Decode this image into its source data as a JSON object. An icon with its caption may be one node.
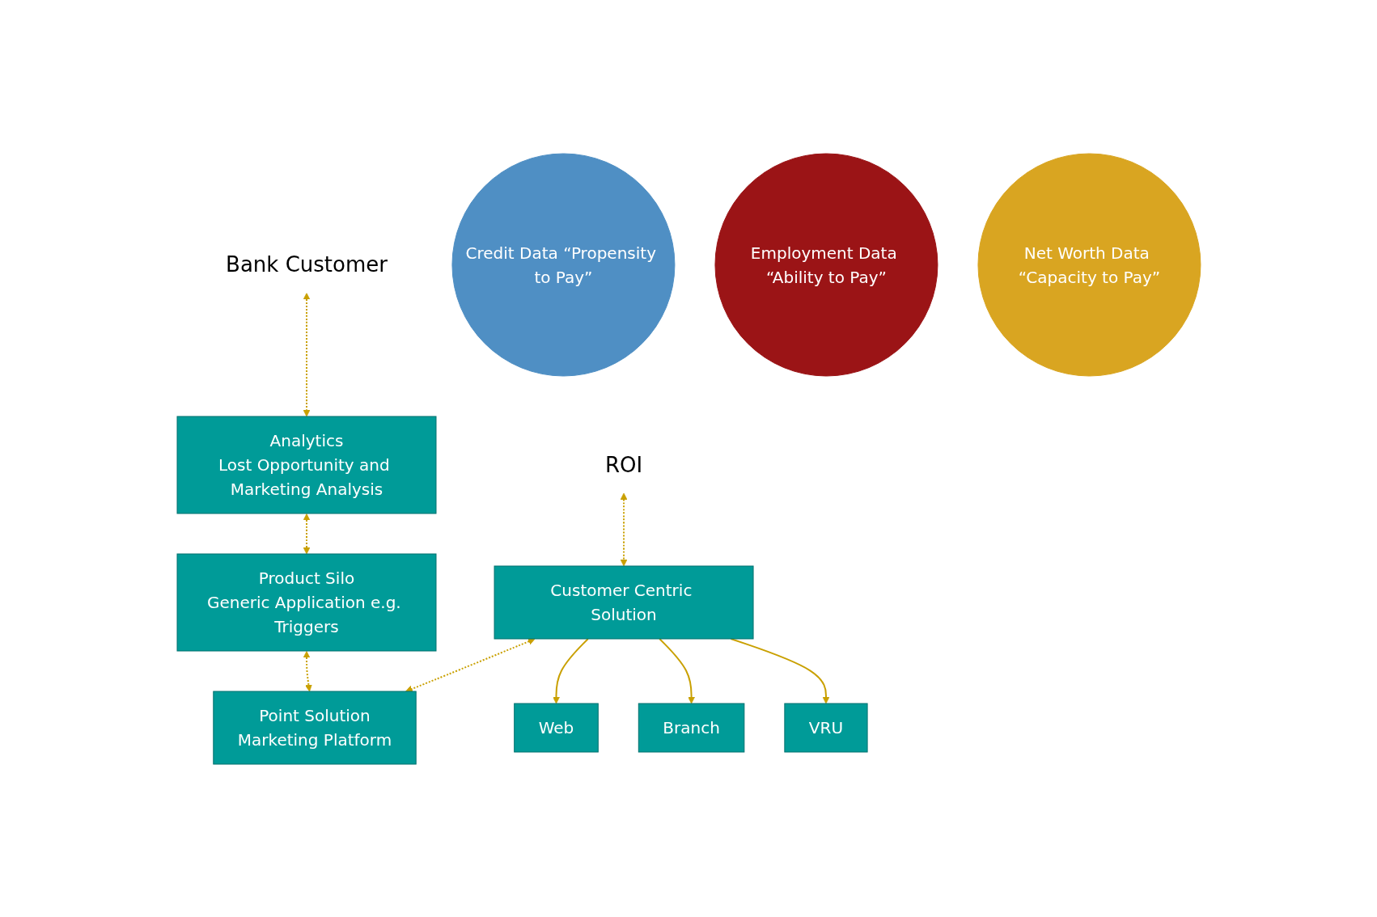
{
  "diagram": {
    "nodes": [
      {
        "text": [
          "Bank Customer"
        ]
      },
      {
        "text": [
          "Analytics",
          "Lost Opportunity and Marketing Analysis"
        ]
      },
      {
        "text": [
          "ROI"
        ]
      },
      {
        "text": [
          "Customer Centric Solution"
        ]
      },
      {
        "text": [
          "VRU"
        ]
      },
      {
        "text": [
          "Branch"
        ]
      },
      {
        "text": [
          "Web"
        ]
      },
      {
        "text": [
          "Credit Data “Propensity to Pay”"
        ]
      },
      {
        "text": [
          "Employment Data “Ability to Pay”"
        ]
      },
      {
        "text": [
          "Net Worth Data “Capacity to Pay”"
        ]
      },
      {
        "text": [
          "Product Silo",
          "Generic Application e.g. Triggers"
        ]
      },
      {
        "text": [
          "Point Solution",
          "Marketing Platform"
        ]
      }
    ],
    "edges": [
      {
        "from": 0,
        "to": 1,
        "arrow": "both",
        "style": "dashed"
      },
      {
        "from": 1,
        "to": 10,
        "arrow": "both",
        "style": "dashed"
      },
      {
        "from": 2,
        "to": 3,
        "arrow": "both",
        "style": "dashed"
      },
      {
        "from": 3,
        "to": 4,
        "arrow": "to"
      },
      {
        "from": 3,
        "to": 5,
        "arrow": "to"
      },
      {
        "from": 3,
        "to": 6,
        "arrow": "to"
      },
      {
        "from": 3,
        "to": 11,
        "arrow": "both",
        "style": "dashed"
      },
      {
        "from": 10,
        "to": 11,
        "arrow": "both",
        "style": "dashed"
      }
    ]
  }
}
